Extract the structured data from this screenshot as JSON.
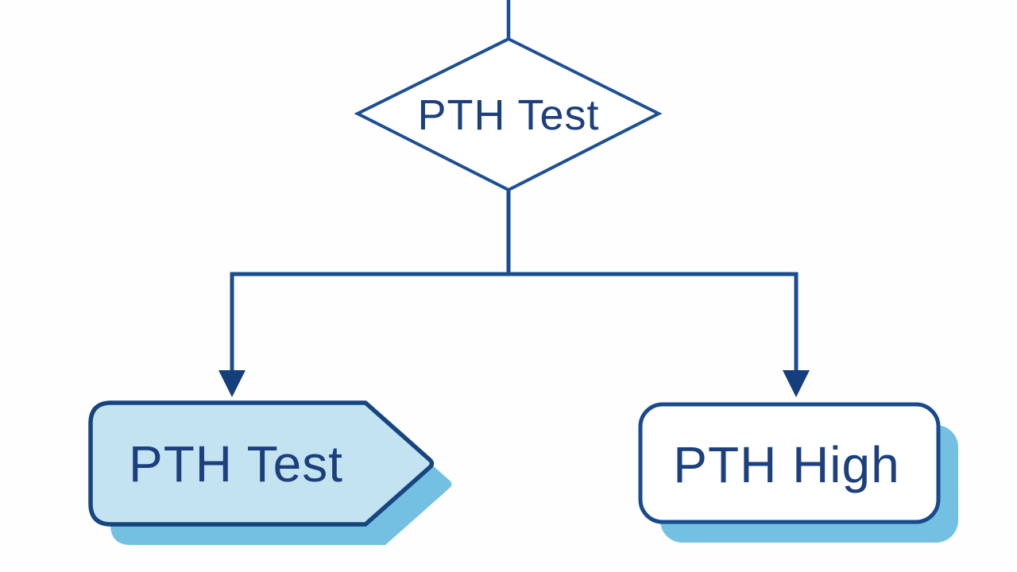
{
  "diagram": {
    "type": "flowchart",
    "background": "#fefefe",
    "colors": {
      "connector_line": "#1b4c90",
      "arrowhead": "#153e7c",
      "node_text": "#1c3f7d",
      "diamond_fill": "#ffffff",
      "diamond_stroke": "#1c4f93",
      "signpost_fill": "#c3e3f1",
      "signpost_stroke": "#16457f",
      "box_fill": "#ffffff",
      "box_stroke": "#174a8c",
      "drop_shadow": "#73c0e2"
    },
    "nodes": [
      {
        "id": "decision",
        "shape": "diamond",
        "label": "PTH Test"
      },
      {
        "id": "left-result",
        "shape": "signpost-arrow",
        "label": "PTH Test"
      },
      {
        "id": "right-result",
        "shape": "rounded-rectangle",
        "label": "PTH High"
      }
    ],
    "edges": [
      {
        "from": "top-offscreen",
        "to": "decision",
        "arrow": false
      },
      {
        "from": "decision",
        "to": "left-result",
        "arrow": true
      },
      {
        "from": "decision",
        "to": "right-result",
        "arrow": true
      }
    ]
  }
}
